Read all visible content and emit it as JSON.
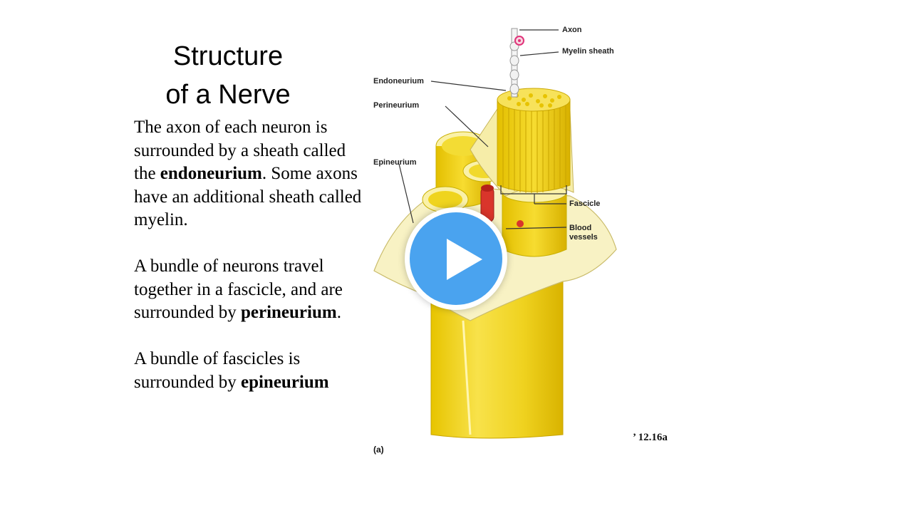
{
  "slide": {
    "title_line1": "Structure",
    "title_line2": "of a Nerve",
    "paragraph1": {
      "before": "The axon of each neuron is surrounded by a sheath called the ",
      "bold": "endoneurium",
      "after": ". Some axons have an additional sheath called myelin."
    },
    "paragraph2": {
      "before": "A bundle of neurons travel together  in a fascicle, and are surrounded by ",
      "bold": "perineurium",
      "after": "."
    },
    "paragraph3": {
      "before": "A bundle of fascicles is surrounded by ",
      "bold": "epineurium",
      "after": ""
    }
  },
  "figure": {
    "labels": {
      "axon": "Axon",
      "myelin_sheath": "Myelin sheath",
      "endoneurium": "Endoneurium",
      "perineurium": "Perineurium",
      "epineurium": "Epineurium",
      "fascicle": "Fascicle",
      "blood_vessels_line1": "Blood",
      "blood_vessels_line2": "vessels"
    },
    "figure_number": "’ 12.16a",
    "part_label": "(a)"
  },
  "player": {
    "play_icon": "play-icon"
  },
  "colors": {
    "nerve_yellow": "#f2dc3a",
    "nerve_light": "#faf1a8",
    "epineurium_cream": "#f8f2c4",
    "blood_vessel": "#d9352b",
    "play_blue": "#4aa3ef"
  }
}
